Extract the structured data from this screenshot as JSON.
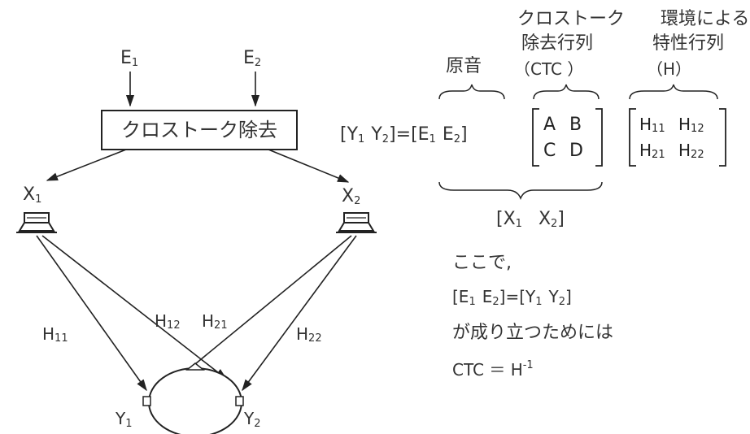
{
  "inputs": {
    "e1": "E",
    "e1_sub": "1",
    "e2": "E",
    "e2_sub": "2"
  },
  "ctc_box_label": "クロストーク除去",
  "speakers": {
    "x1": "X",
    "x1_sub": "1",
    "x2": "X",
    "x2_sub": "2"
  },
  "paths": {
    "h11": "H",
    "h11_sub": "11",
    "h12": "H",
    "h12_sub": "12",
    "h21": "H",
    "h21_sub": "21",
    "h22": "H",
    "h22_sub": "22"
  },
  "ears": {
    "y1": "Y",
    "y1_sub": "1",
    "y2": "Y",
    "y2_sub": "2"
  },
  "headers": {
    "original": "原音",
    "ctc_line1": "クロストーク",
    "ctc_line2": "除去行列",
    "ctc_line3": "（CTC ）",
    "h_line1": "環境による",
    "h_line2": "特性行列",
    "h_line3": "（H）"
  },
  "equation": {
    "lhs_open": "[Y",
    "lhs_y1_sub": "1",
    "lhs_y2": "Y",
    "lhs_y2_sub": "2",
    "equals_open": "]=[E",
    "rhs_e1_sub": "1",
    "rhs_e2": "E",
    "rhs_e2_sub": "2",
    "rhs_close": "]"
  },
  "ctc_matrix": {
    "a": "A",
    "b": "B",
    "c": "C",
    "d": "D"
  },
  "h_matrix": {
    "h11": "H",
    "h11_sub": "11",
    "h12": "H",
    "h12_sub": "12",
    "h21": "H",
    "h21_sub": "21",
    "h22": "H",
    "h22_sub": "22"
  },
  "x_bracket": {
    "open": "[X",
    "x1_sub": "1",
    "x2": "X",
    "x2_sub": "2",
    "close": "]"
  },
  "explanation": {
    "here": "ここで,",
    "cond_open": "[E",
    "cond_e1_sub": "1",
    "cond_e2": "E",
    "cond_e2_sub": "2",
    "cond_mid": "]=[Y",
    "cond_y1_sub": "1",
    "cond_y2": "Y",
    "cond_y2_sub": "2",
    "cond_close": "]",
    "to_hold": "が成り立つためには",
    "result": "CTC ＝ H",
    "result_sup": "-1"
  }
}
